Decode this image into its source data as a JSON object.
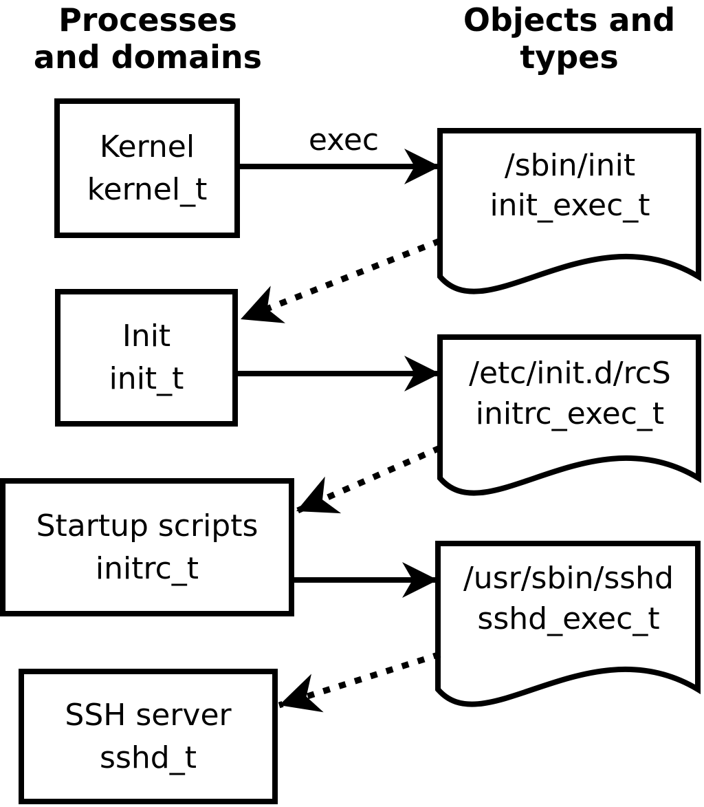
{
  "colors": {
    "ink": "#000000",
    "paper": "#ffffff"
  },
  "headers": {
    "left": "Processes\nand domains",
    "right": "Objects and\ntypes"
  },
  "process_boxes": [
    {
      "label": "Kernel\nkernel_t"
    },
    {
      "label": "Init\ninit_t"
    },
    {
      "label": "Startup scripts\ninitrc_t"
    },
    {
      "label": "SSH server\nsshd_t"
    }
  ],
  "object_documents": [
    {
      "label": "/sbin/init\ninit_exec_t"
    },
    {
      "label": "/etc/init.d/rcS\ninitrc_exec_t"
    },
    {
      "label": "/usr/sbin/sshd\nsshd_exec_t"
    }
  ],
  "arrows": {
    "exec_label": "exec",
    "solid": [
      {
        "from": "Kernel kernel_t",
        "to": "/sbin/init init_exec_t",
        "label": "exec"
      },
      {
        "from": "Init init_t",
        "to": "/etc/init.d/rcS initrc_exec_t",
        "label": ""
      },
      {
        "from": "Startup scripts initrc_t",
        "to": "/usr/sbin/sshd sshd_exec_t",
        "label": ""
      }
    ],
    "dotted": [
      {
        "from": "/sbin/init init_exec_t",
        "to": "Init init_t"
      },
      {
        "from": "/etc/init.d/rcS initrc_exec_t",
        "to": "Startup scripts initrc_t"
      },
      {
        "from": "/usr/sbin/sshd sshd_exec_t",
        "to": "SSH server sshd_t"
      }
    ]
  }
}
